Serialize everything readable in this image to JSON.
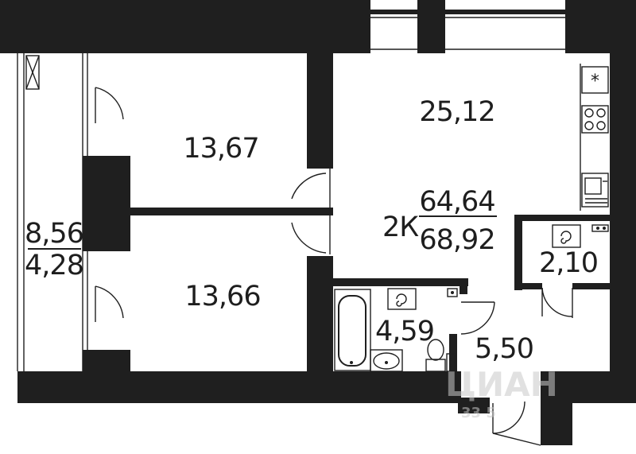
{
  "plan": {
    "apartment_type": "2К",
    "living_area": "64,64",
    "total_area": "68,92"
  },
  "rooms": {
    "kitchen_living": "25,12",
    "bedroom_top": "13,67",
    "bedroom_bottom": "13,66",
    "balcony_total": "8,56",
    "balcony_reduced": "4,28",
    "bathroom": "4,59",
    "wc": "2,10",
    "hall": "5,50"
  },
  "watermark": {
    "text": "ЦИАН",
    "number": "33 5"
  },
  "colors": {
    "wall": "#1f1f1f",
    "background": "#ffffff",
    "text": "#1e1e1e"
  },
  "icons": [
    "snowflake-icon",
    "stove-icon",
    "sink-icon",
    "boiler-icon",
    "bathtub-icon",
    "washbasin-icon",
    "toilet-icon",
    "ventilation-icon"
  ]
}
